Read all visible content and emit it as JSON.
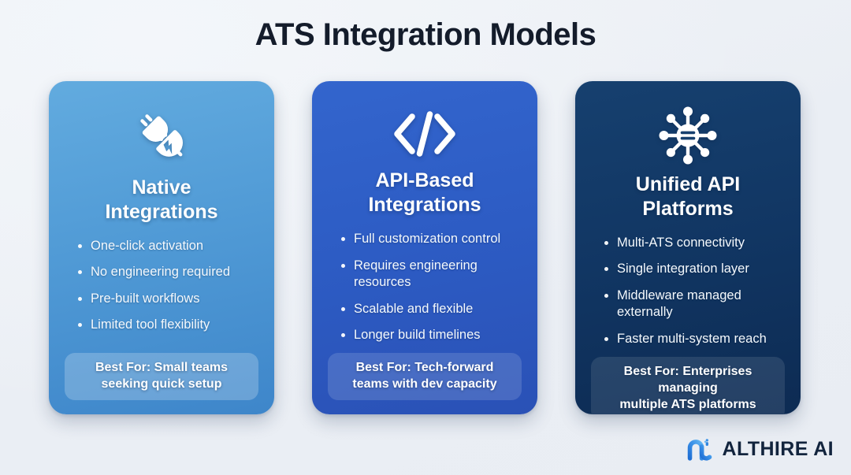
{
  "header": {
    "title": "ATS Integration Models"
  },
  "cards": [
    {
      "id": "native-integrations",
      "icon": "plug-connector-icon",
      "title": "Native\nIntegrations",
      "bullets": [
        "One-click activation",
        "No engineering required",
        "Pre-built workflows",
        "Limited tool flexibility"
      ],
      "badge": "Best For: Small teams\nseeking quick setup",
      "color_top": "#62abdf",
      "color_bottom": "#3e86ca"
    },
    {
      "id": "api-based-integrations",
      "icon": "code-brackets-icon",
      "title": "API-Based\nIntegrations",
      "bullets": [
        "Full customization control",
        "Requires engineering resources",
        "Scalable and flexible",
        "Longer build timelines"
      ],
      "badge": "Best For: Tech-forward\nteams with dev capacity",
      "color_top": "#3365cd",
      "color_bottom": "#2a51b6"
    },
    {
      "id": "unified-api-platforms",
      "icon": "network-hub-icon",
      "title": "Unified API\nPlatforms",
      "bullets": [
        "Multi-ATS connectivity",
        "Single integration layer",
        "Middleware managed externally",
        "Faster multi-system reach"
      ],
      "badge": "Best For: Enterprises managing\nmultiple ATS platforms",
      "color_top": "#16406f",
      "color_bottom": "#0d2b53"
    }
  ],
  "branding": {
    "logo_mark": "althire-logo-mark",
    "logo_text": "ALTHIRE AI",
    "logo_color": "#2f7fe0",
    "text_color": "#12243d"
  },
  "page": {
    "background": "#eef1f5",
    "title_color": "#141c2b"
  }
}
